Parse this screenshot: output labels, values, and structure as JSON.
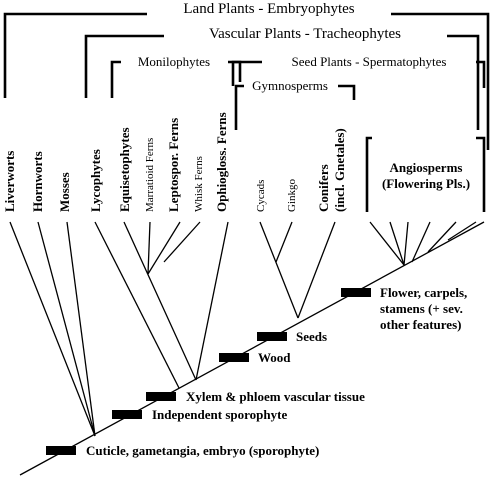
{
  "groups": {
    "land_plants": "Land Plants - Embryophytes",
    "vascular_plants": "Vascular Plants - Tracheophytes",
    "monilophytes": "Monilophytes",
    "seed_plants": "Seed Plants - Spermatophytes",
    "gymnosperms": "Gymnosperms"
  },
  "taxa": {
    "liverworts": "Liverworts",
    "hornworts": "Hornworts",
    "mosses": "Mosses",
    "lycophytes": "Lycophytes",
    "equisetophytes": "Equisetophytes",
    "marratioid_ferns": "Marratioid Ferns",
    "leptospor_ferns": "Leptospor. Ferns",
    "whisk_ferns": "Whisk Ferns",
    "ophiogloss_ferns": "Ophiogloss. Ferns",
    "cycads": "Cycads",
    "ginkgo": "Ginkgo",
    "conifers_line1": "Conifers",
    "conifers_line2": "(incl. Gnetales)",
    "angiosperms_line1": "Angiosperms",
    "angiosperms_line2": "(Flowering Pls.)"
  },
  "traits": {
    "flower_line1": "Flower, carpels,",
    "flower_line2": "stamens (+ sev.",
    "flower_line3": "other features)",
    "seeds": "Seeds",
    "wood": "Wood",
    "xylem": "Xylem & phloem vascular tissue",
    "sporophyte": "Independent sporophyte",
    "cuticle": "Cuticle, gametangia, embryo (sporophyte)"
  }
}
